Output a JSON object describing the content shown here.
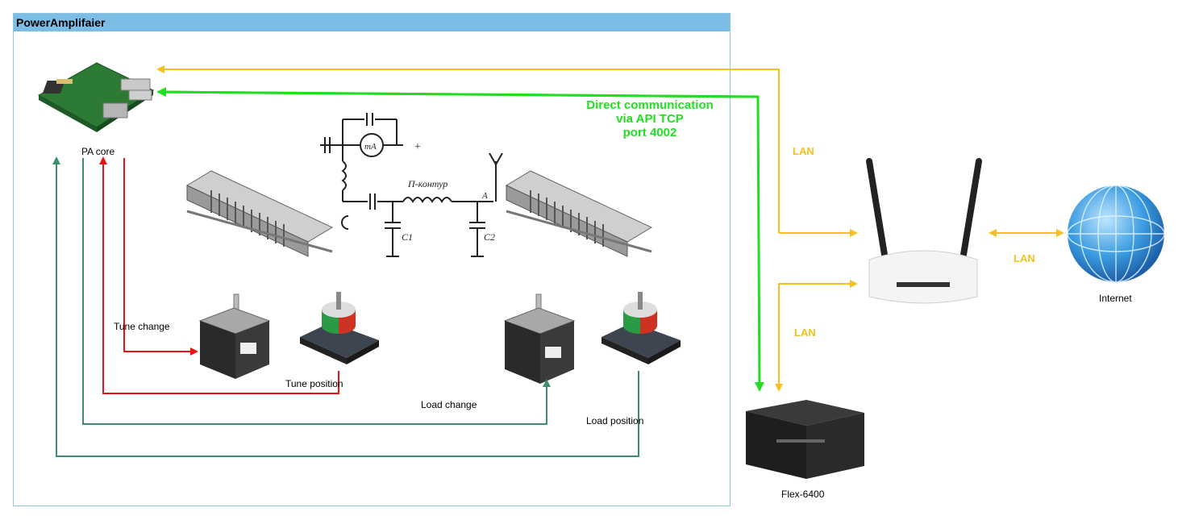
{
  "container": {
    "title": "PowerAmplifaier"
  },
  "labels": {
    "pa_core": "PA core",
    "tune_change": "Tune change",
    "tune_position": "Tune position",
    "load_change": "Load change",
    "load_position": "Load position",
    "flex": "Flex-6400",
    "internet": "Internet",
    "lan_top": "LAN",
    "lan_mid": "LAN",
    "lan_bottom": "LAN"
  },
  "direct_comm": {
    "line1": "Direct communication",
    "line2": "via API TCP",
    "line3": "port 4002"
  },
  "schematic": {
    "ma": "mA",
    "plus": "+",
    "pi": "П-контур",
    "c1": "C1",
    "c2": "C2",
    "a": "A"
  },
  "colors": {
    "lan": "#f5c021",
    "direct": "#22dd22",
    "tune": "#ee1111",
    "load": "#3b8f6b",
    "container_border": "#8fc3e2",
    "container_header": "#7cbde6"
  }
}
